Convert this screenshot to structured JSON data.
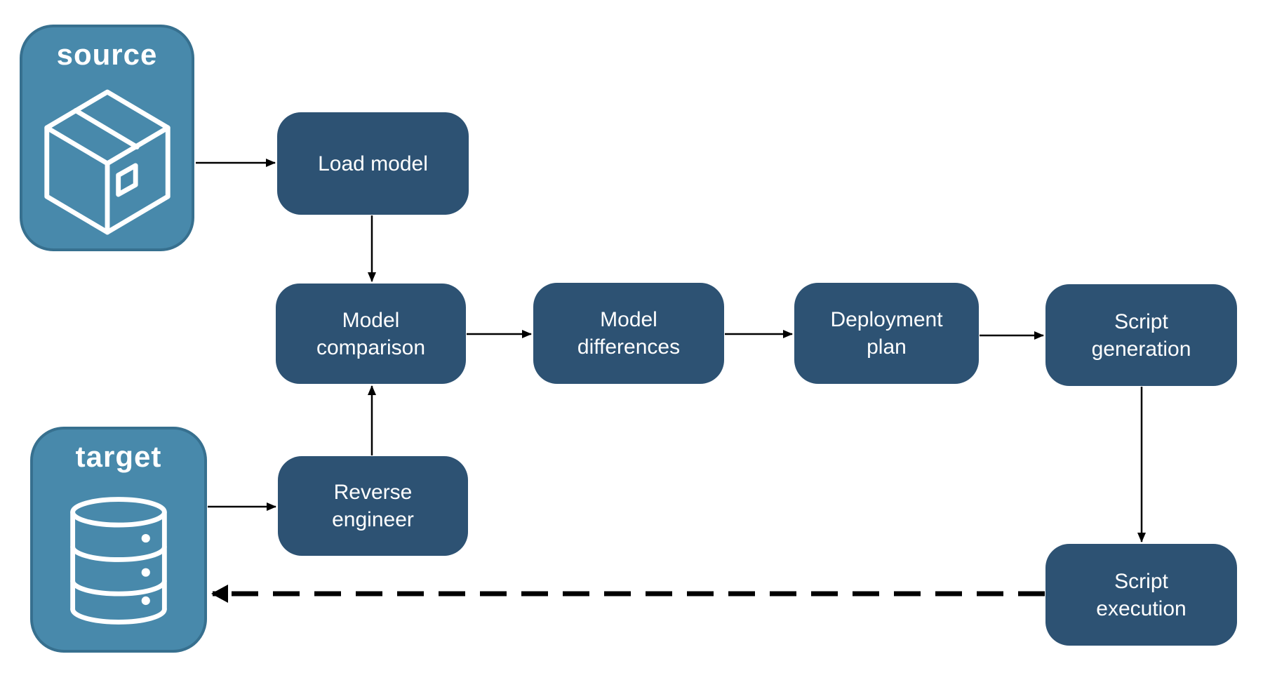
{
  "diagram": {
    "colors": {
      "canvas_bg": "#ffffff",
      "entity_fill": "#4889ab",
      "entity_border": "#37708f",
      "process_fill": "#2d5273",
      "label_text": "#ffffff",
      "arrow": "#000000"
    },
    "entities": [
      {
        "id": "source",
        "label": "source",
        "icon": "package-icon"
      },
      {
        "id": "target",
        "label": "target",
        "icon": "database-icon"
      }
    ],
    "processes": [
      {
        "id": "load-model",
        "label": "Load model"
      },
      {
        "id": "model-comparison",
        "label": "Model\ncomparison"
      },
      {
        "id": "model-differences",
        "label": "Model\ndifferences"
      },
      {
        "id": "deployment-plan",
        "label": "Deployment\nplan"
      },
      {
        "id": "script-generation",
        "label": "Script\ngeneration"
      },
      {
        "id": "reverse-engineer",
        "label": "Reverse\nengineer"
      },
      {
        "id": "script-execution",
        "label": "Script\nexecution"
      }
    ],
    "edges": [
      {
        "from": "source",
        "to": "load-model",
        "style": "solid"
      },
      {
        "from": "load-model",
        "to": "model-comparison",
        "style": "solid"
      },
      {
        "from": "model-comparison",
        "to": "model-differences",
        "style": "solid"
      },
      {
        "from": "model-differences",
        "to": "deployment-plan",
        "style": "solid"
      },
      {
        "from": "deployment-plan",
        "to": "script-generation",
        "style": "solid"
      },
      {
        "from": "script-generation",
        "to": "script-execution",
        "style": "solid"
      },
      {
        "from": "target",
        "to": "reverse-engineer",
        "style": "solid"
      },
      {
        "from": "reverse-engineer",
        "to": "model-comparison",
        "style": "solid"
      },
      {
        "from": "script-execution",
        "to": "target",
        "style": "dashed"
      }
    ]
  }
}
